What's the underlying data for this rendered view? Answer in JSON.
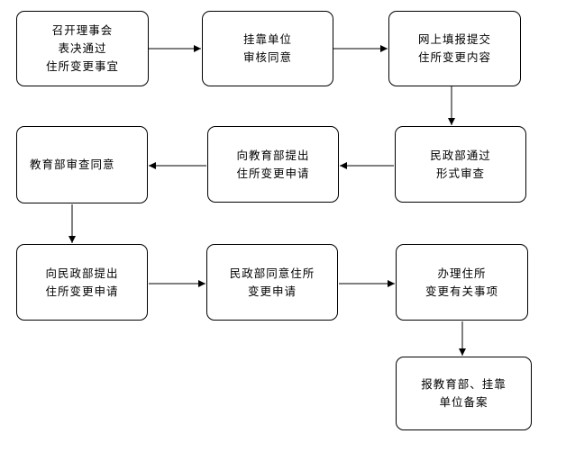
{
  "nodes": {
    "n1": "召开理事会\n表决通过\n住所变更事宜",
    "n2": "挂靠单位\n审核同意",
    "n3": "网上填报提交\n住所变更内容",
    "n4": "民政部通过\n形式审查",
    "n5": "向教育部提出\n住所变更申请",
    "n6": "教育部审查同意",
    "n7": "向民政部提出\n住所变更申请",
    "n8": "民政部同意住所\n变更申请",
    "n9": "办理住所\n变更有关事项",
    "n10": "报教育部、挂靠\n单位备案"
  },
  "colors": {
    "stroke": "#000000",
    "fill": "#ffffff"
  }
}
